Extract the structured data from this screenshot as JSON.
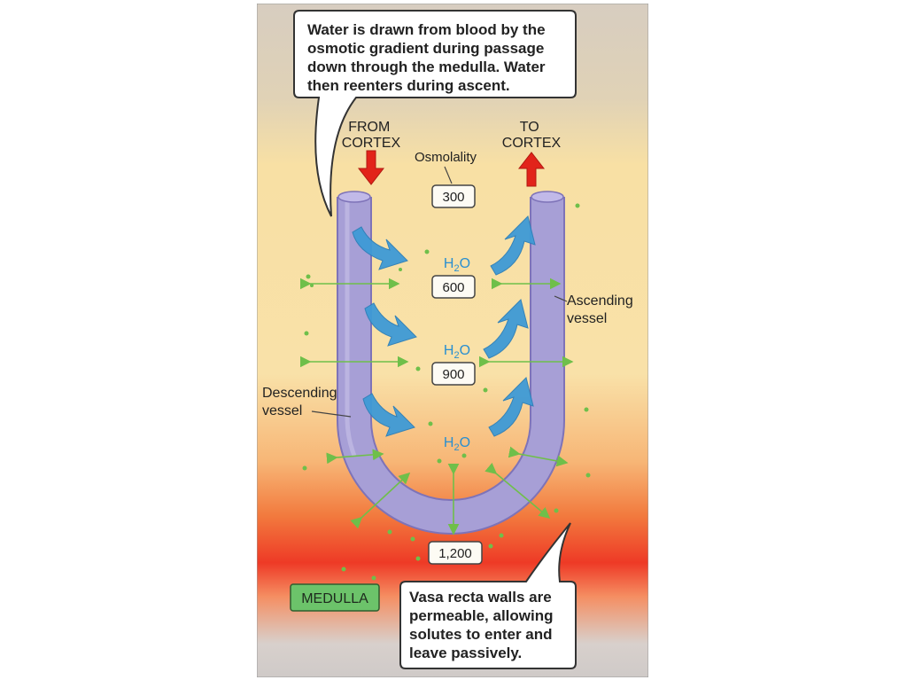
{
  "top_callout": {
    "lines": [
      "Water is drawn from blood by the",
      "osmotic gradient during passage",
      "down through the medulla. Water",
      "then reenters during ascent."
    ]
  },
  "from_cortex": [
    "FROM",
    "CORTEX"
  ],
  "to_cortex": [
    "TO",
    "CORTEX"
  ],
  "osmolality_label": "Osmolality",
  "osmolality_values": [
    "300",
    "600",
    "900",
    "1,200"
  ],
  "water_label": {
    "main": "H",
    "sub": "2",
    "tail": "O"
  },
  "ascending_label": [
    "Ascending",
    "vessel"
  ],
  "descending_label": [
    "Descending",
    "vessel"
  ],
  "medulla_label": "MEDULLA",
  "bottom_callout": {
    "lines": [
      "Vasa recta walls are",
      "permeable, allowing",
      "solutes to enter and",
      "leave passively."
    ]
  },
  "colors": {
    "vessel": "#a79fd6",
    "vessel_edge": "#7e73b8",
    "water_arrow": "#3e9ad6",
    "flow_arrow": "#e2231a",
    "solute": "#6fbf4a",
    "medulla_box": "#6cc36a",
    "h2o_text": "#2a8fd0"
  }
}
